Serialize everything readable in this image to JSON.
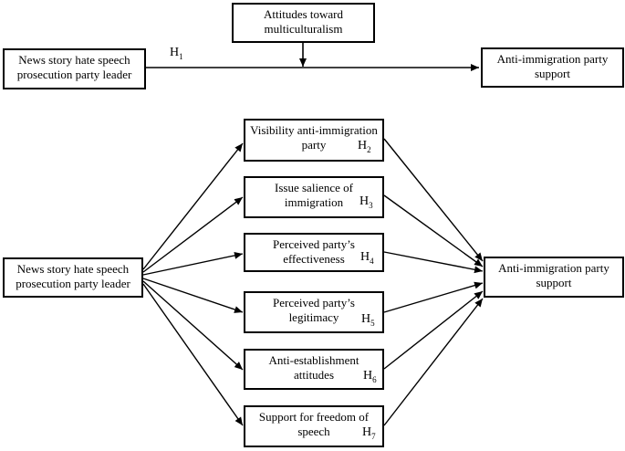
{
  "colors": {
    "stroke": "#000000",
    "background": "#ffffff"
  },
  "top": {
    "moderator": [
      "Attitudes toward",
      "multiculturalism"
    ],
    "predictor": [
      "News story hate speech",
      "prosecution party leader"
    ],
    "outcome": [
      "Anti-immigration party",
      "support"
    ],
    "hypothesis": {
      "letter": "H",
      "sub": "1"
    }
  },
  "bottom": {
    "predictor": [
      "News story hate speech",
      "prosecution party leader"
    ],
    "outcome": [
      "Anti-immigration party",
      "support"
    ],
    "mediators": [
      {
        "lines": [
          "Visibility anti-immigration",
          "party"
        ],
        "h_letter": "H",
        "h_sub": "2"
      },
      {
        "lines": [
          "Issue salience of",
          "immigration"
        ],
        "h_letter": "H",
        "h_sub": "3"
      },
      {
        "lines": [
          "Perceived party’s",
          "effectiveness"
        ],
        "h_letter": "H",
        "h_sub": "4"
      },
      {
        "lines": [
          "Perceived party’s",
          "legitimacy"
        ],
        "h_letter": "H",
        "h_sub": "5"
      },
      {
        "lines": [
          "Anti-establishment",
          "attitudes"
        ],
        "h_letter": "H",
        "h_sub": "6"
      },
      {
        "lines": [
          "Support for freedom of",
          "speech"
        ],
        "h_letter": "H",
        "h_sub": "7"
      }
    ]
  }
}
